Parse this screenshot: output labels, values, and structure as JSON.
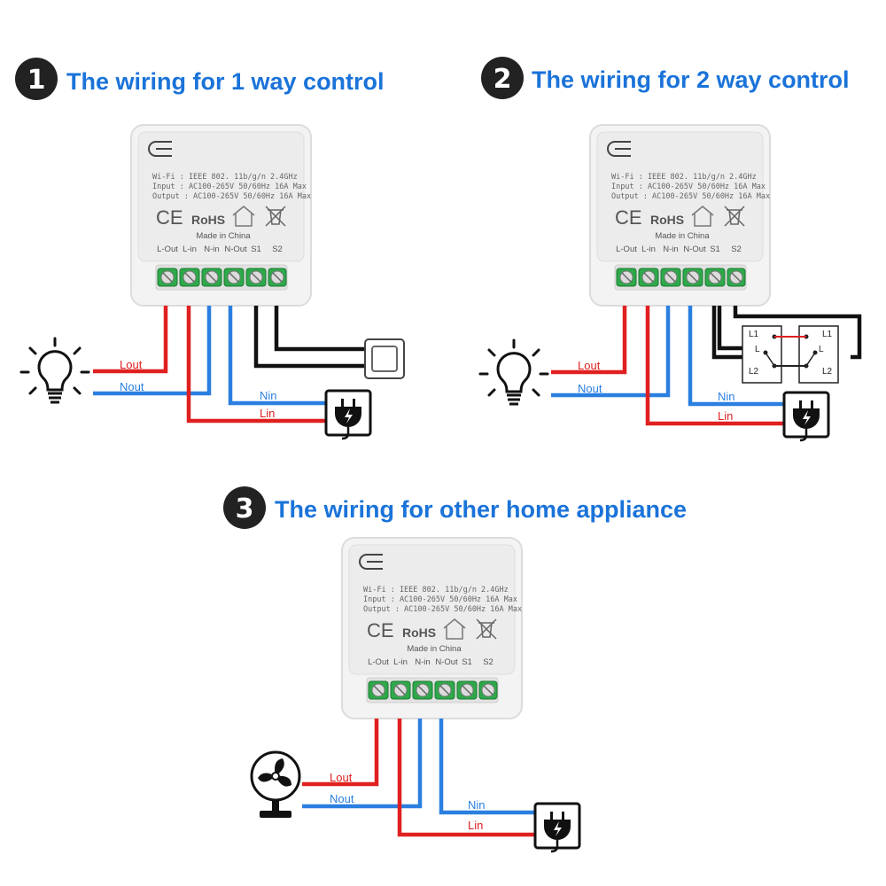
{
  "sections": [
    {
      "number": "1",
      "title": "The wiring for 1 way control"
    },
    {
      "number": "2",
      "title": "The wiring for 2 way control"
    },
    {
      "number": "3",
      "title": "The wiring for other home appliance"
    }
  ],
  "device": {
    "wifi": "Wi-Fi : IEEE  802. 11b/g/n   2.4GHz",
    "input": "Input : AC100-265V    50/60Hz    16A Max",
    "output": "Output : AC100-265V    50/60Hz    16A Max",
    "ce": "CE",
    "rohs": "RoHS",
    "made_in": "Made in China",
    "terminals": [
      "L-Out",
      "L-in",
      "N-in",
      "N-Out",
      "S1",
      "S2"
    ]
  },
  "labels": {
    "lout": "Lout",
    "nout": "Nout",
    "nin": "Nin",
    "lin": "Lin"
  },
  "switch_labels": {
    "l1": "L1",
    "l": "L",
    "l2": "L2"
  },
  "colors": {
    "title": "#1a73d9",
    "live_wire": "#e02020",
    "neutral_wire": "#2a7fe0",
    "switch_wire": "#111111",
    "terminal": "#2ea84a"
  },
  "icons": [
    "number-badge-icon",
    "light-bulb-icon",
    "wall-switch-icon",
    "power-plug-icon",
    "fan-icon",
    "two-way-switch-icon",
    "house-icon",
    "weee-bin-icon"
  ]
}
